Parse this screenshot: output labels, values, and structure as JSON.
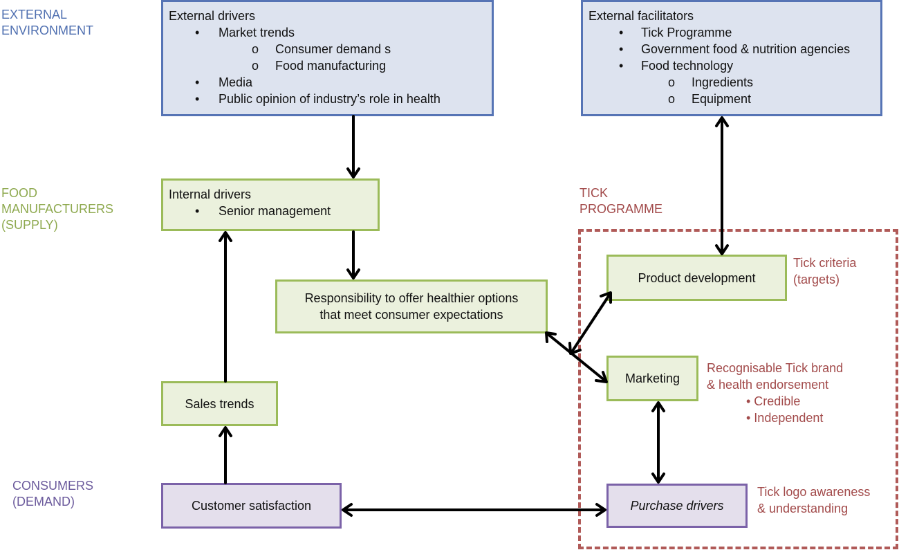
{
  "lanes": {
    "external": [
      "EXTERNAL",
      "ENVIRONMENT"
    ],
    "manufacturers": [
      "FOOD",
      "MANUFACTURERS",
      "(SUPPLY)"
    ],
    "consumers": [
      "CONSUMERS",
      "(DEMAND)"
    ],
    "tick": [
      "TICK",
      "PROGRAMME"
    ]
  },
  "external_drivers": {
    "title": "External drivers",
    "items": [
      {
        "bullet": "•",
        "text": "Market trends"
      },
      {
        "bullet": "o",
        "text": "Consumer demand s"
      },
      {
        "bullet": "o",
        "text": "Food manufacturing"
      },
      {
        "bullet": "•",
        "text": "Media"
      },
      {
        "bullet": "•",
        "text": "Public opinion of industry’s role in health"
      }
    ]
  },
  "external_facilitators": {
    "title": "External facilitators",
    "items": [
      {
        "bullet": "•",
        "text": "Tick Programme"
      },
      {
        "bullet": "•",
        "text": "Government food & nutrition agencies"
      },
      {
        "bullet": "•",
        "text": "Food technology"
      },
      {
        "bullet": "o",
        "text": "Ingredients"
      },
      {
        "bullet": "o",
        "text": "Equipment"
      }
    ]
  },
  "internal_drivers": {
    "title": "Internal drivers",
    "items": [
      {
        "bullet": "•",
        "text": "Senior management"
      }
    ]
  },
  "responsibility": [
    "Responsibility to offer healthier options",
    "that meet consumer expectations"
  ],
  "sales_trends": "Sales trends",
  "customer_satisfaction": "Customer satisfaction",
  "product_development": "Product development",
  "marketing": "Marketing",
  "purchase_drivers": "Purchase drivers",
  "notes": {
    "tick_criteria": [
      "Tick criteria",
      "(targets)"
    ],
    "brand": [
      "Recognisable Tick brand",
      "& health endorsement"
    ],
    "brand_items": [
      "• Credible",
      "• Independent"
    ],
    "logo": [
      "Tick logo awareness",
      "& understanding"
    ]
  },
  "colors": {
    "blue_border": "#5674b5",
    "blue_fill": "#dde3ef",
    "green_border": "#9bbb59",
    "green_fill": "#ebf1dd",
    "purple_border": "#7b62a8",
    "purple_fill": "#e4dfec",
    "tick_red": "#a24a4a"
  }
}
